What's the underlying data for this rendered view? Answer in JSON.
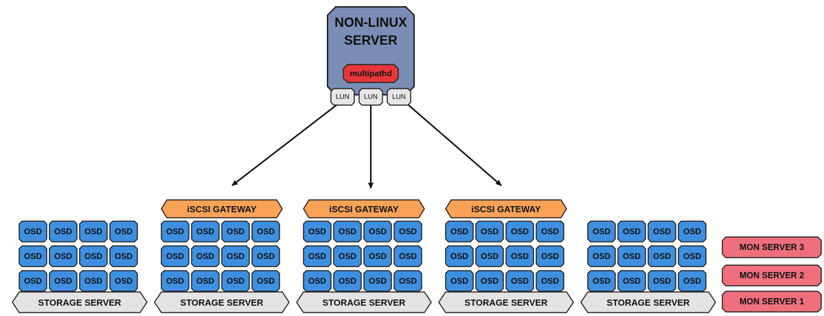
{
  "host": {
    "title_line1": "NON-LINUX",
    "title_line2": "SERVER",
    "multipath_label": "multipathd",
    "luns": [
      "LUN",
      "LUN",
      "LUN"
    ]
  },
  "storage_nodes": [
    {
      "server_label": "STORAGE SERVER",
      "gateway": null
    },
    {
      "server_label": "STORAGE SERVER",
      "gateway": "iSCSI GATEWAY"
    },
    {
      "server_label": "STORAGE SERVER",
      "gateway": "iSCSI GATEWAY"
    },
    {
      "server_label": "STORAGE SERVER",
      "gateway": "iSCSI GATEWAY"
    },
    {
      "server_label": "STORAGE SERVER",
      "gateway": null
    }
  ],
  "osd_label": "OSD",
  "osd_grid": {
    "rows": 3,
    "cols": 4
  },
  "mon_servers": [
    "MON SERVER 3",
    "MON SERVER 2",
    "MON SERVER 1"
  ],
  "colors": {
    "host_fill": "#7a8db5",
    "multipath_fill": "#e8373a",
    "lun_fill": "#e6e6e6",
    "gateway_fill": "#f9a258",
    "osd_fill": "#3f8fe0",
    "storage_fill": "#e3e3e3",
    "mon_fill": "#ef6f7d",
    "stroke": "#222222"
  }
}
